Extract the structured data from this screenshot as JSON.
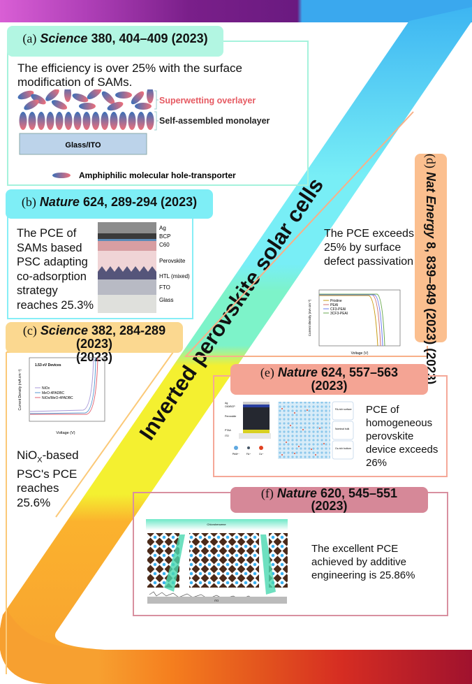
{
  "ribbon_title": "Inverted perovskite solar cells",
  "colors": {
    "top_start": "#d95fd5",
    "top_mid": "#7a1f8a",
    "top_end": "#3aa8ee",
    "band_top": "#3db5f2",
    "band_cyan": "#78eef6",
    "band_mint": "#7df3c9",
    "band_yellow": "#f4f030",
    "band_orange": "#fbb22e",
    "bottom_start": "#f57e1e",
    "bottom_mid": "#d62d22",
    "bottom_end": "#a0122e"
  },
  "panels": {
    "a": {
      "label": "(a)",
      "journal": "Science",
      "citation": "380, 404–409 (2023)",
      "text": "The efficiency is over 25%  with the surface modification of SAMs.",
      "overlayer": "Superwetting overlayer",
      "monolayer": "Self-assembled monolayer",
      "substrate": "Glass/ITO",
      "legend": "Amphiphilic molecular hole-transporter"
    },
    "b": {
      "label": "(b)",
      "journal": "Nature",
      "citation": "624, 289-294 (2023)",
      "text": "The PCE of SAMs based PSC adapting co-adsorption strategy reaches 25.3%",
      "layers": [
        "Ag",
        "BCP",
        "C60",
        "Perovskite",
        "HTL (mixed)",
        "FTO",
        "Glass"
      ]
    },
    "c": {
      "label": "(c)",
      "journal": "Science",
      "citation": "382, 284-289 (2023)",
      "text_pre": "NiO",
      "text_sub": "X",
      "text_post": "-based PSC's PCE reaches 25.6%",
      "chart": {
        "title": "1.53 eV Devices",
        "ylabel": "Current Density (mA cm⁻²)",
        "xlabel": "Voltage (V)",
        "legend": [
          "NiOx",
          "MeO-4PADBC",
          "NiOx/MeO-4PADBC"
        ]
      }
    },
    "d": {
      "label": "(d)",
      "journal": "Nat Energy",
      "citation": "8, 839–849 (2023)",
      "text": "The PCE exceeds 25% by surface defect passivation",
      "chart": {
        "ylabel": "Current density (mA cm⁻²)",
        "xlabel": "Voltage (V)",
        "legend": [
          "Pristine",
          "PEAI",
          "CF3-PEAI",
          "3CF3-PEAI"
        ]
      }
    },
    "e": {
      "label": "(e)",
      "journal": "Nature",
      "citation": "624, 557–563",
      "year": "(2023)",
      "text": "PCE of homogeneous perovskite device exceeds 26%",
      "layers": [
        "Ag",
        "C60/BCP",
        "Perovskite",
        "PTAA",
        "ITO"
      ],
      "regions": [
        "FA-rich surface",
        "Nominal bulk",
        "Cs-rich bottom"
      ],
      "ions": [
        "PbI6⁴⁻",
        "FA⁺",
        "Cs⁺"
      ]
    },
    "f": {
      "label": "(f)",
      "journal": "Nature",
      "citation": "620, 545–551",
      "year": "(2023)",
      "text": "The excellent PCE achieved by additive engineering is 25.86%",
      "top_label": "Chlorobenzene",
      "bottom_label": "ITO"
    }
  }
}
